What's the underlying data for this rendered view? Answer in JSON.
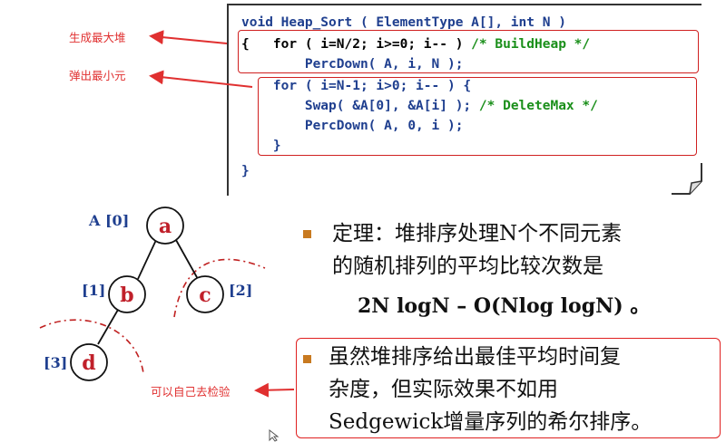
{
  "code": {
    "line1": "void Heap_Sort ( ElementType A[], int N )",
    "line2_a": "{   for ( i=N/2; i>=0; i-- ) ",
    "line2_comment": "/* BuildHeap */",
    "line3": "        PercDown( A, i, N );",
    "line4": "    for ( i=N-1; i>0; i-- ) {",
    "line5_a": "        Swap( &A[0], &A[i] ); ",
    "line5_comment": "/* DeleteMax */",
    "line6": "        PercDown( A, 0, i );",
    "line7": "    }",
    "line8": "}"
  },
  "annotations": {
    "build_heap": "生成最大堆",
    "pop_min": "弹出最小元",
    "verify": "可以自己去检验"
  },
  "tree": {
    "nodes": [
      {
        "label": "a",
        "index": "A [0]"
      },
      {
        "label": "b",
        "index": "[1]"
      },
      {
        "label": "c",
        "index": "[2]"
      },
      {
        "label": "d",
        "index": "[3]"
      }
    ]
  },
  "theorem": {
    "line1": "定理：堆排序处理N个不同元素",
    "line2": "的随机排列的平均比较次数是",
    "formula": "2N logN – O(Nlog logN) 。"
  },
  "note": {
    "line1": "虽然堆排序给出最佳平均时间复",
    "line2": "杂度，但实际效果不如用",
    "line3": "Sedgewick增量序列的希尔排序。"
  },
  "colors": {
    "code_blue": "#1f3f8f",
    "comment_green": "#1a8f1a",
    "annotation_red": "#e03030",
    "bullet_orange": "#c87a20"
  }
}
